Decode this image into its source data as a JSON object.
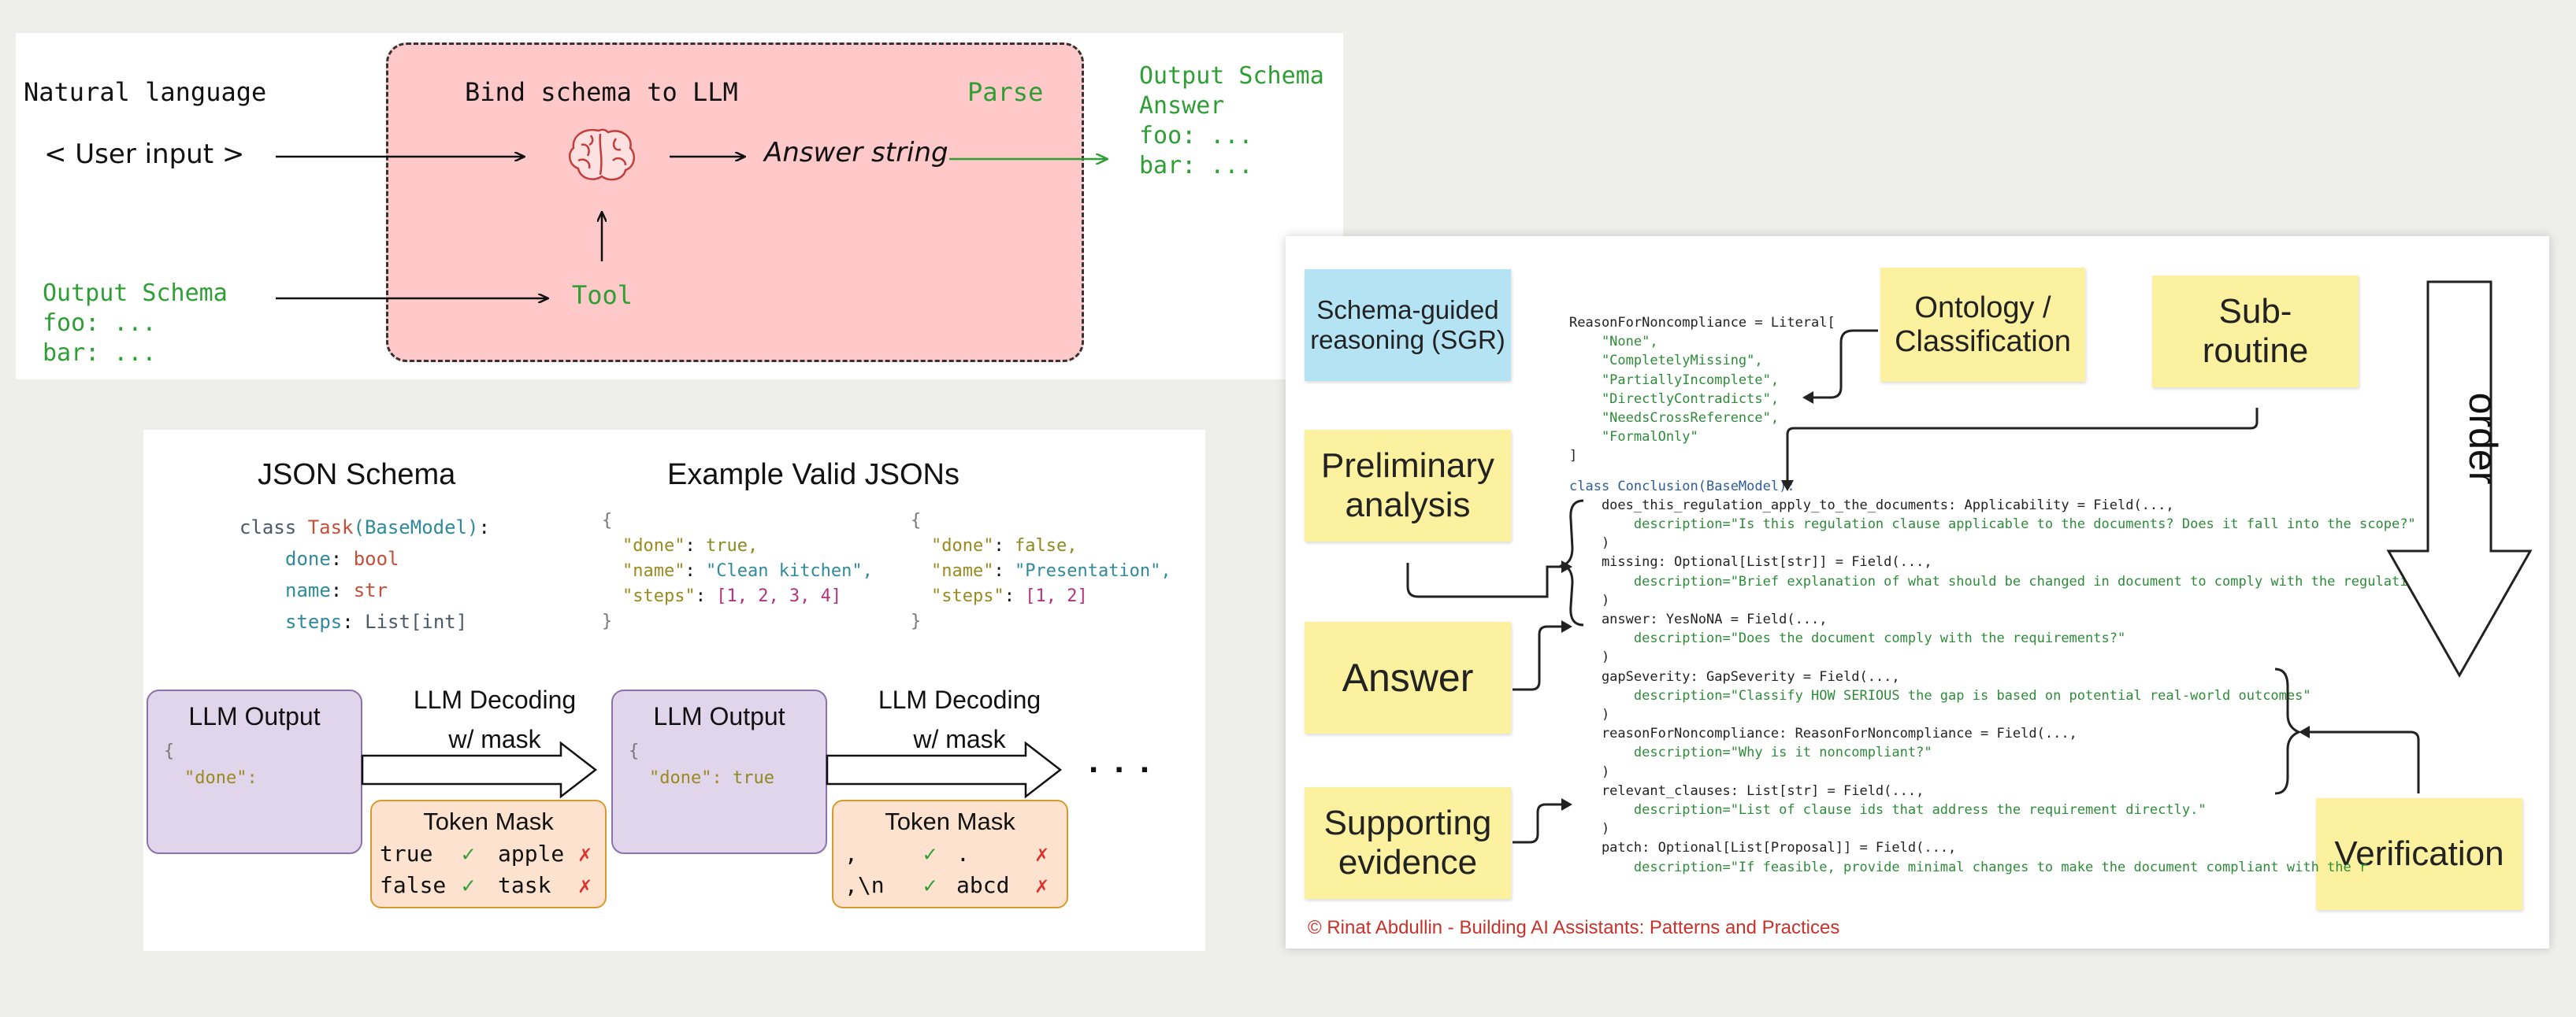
{
  "top": {
    "natural_language": "Natural language",
    "user_input": "< User input >",
    "bind_schema": "Bind schema to LLM",
    "parse": "Parse",
    "answer_string": "Answer string",
    "tool": "Tool",
    "output_schema_left": {
      "title": "Output Schema",
      "line1": "foo:  ...",
      "line2": "bar:  ..."
    },
    "output_schema_right": {
      "title": "Output Schema",
      "line1": "Answer",
      "line2": "foo:  ...",
      "line3": "bar:  ..."
    }
  },
  "middle": {
    "json_schema_title": "JSON Schema",
    "examples_title": "Example Valid JSONs",
    "schema_code": {
      "kw_class": "class",
      "class_name": "Task",
      "base": "(BaseModel)",
      "colon": ":",
      "fields": [
        {
          "name": "done",
          "type": "bool"
        },
        {
          "name": "name",
          "type": "str"
        },
        {
          "name": "steps",
          "type": "List[int]"
        }
      ]
    },
    "example1": {
      "open": "{",
      "close": "}",
      "done_key": "\"done\"",
      "done_val": "true,",
      "name_key": "\"name\"",
      "name_val": "\"Clean kitchen\",",
      "steps_key": "\"steps\"",
      "steps_val": "[1, 2, 3, 4]"
    },
    "example2": {
      "open": "{",
      "close": "}",
      "done_key": "\"done\"",
      "done_val": "false,",
      "name_key": "\"name\"",
      "name_val": "\"Presentation\",",
      "steps_key": "\"steps\"",
      "steps_val": "[1, 2]"
    },
    "llm_output_label": "LLM Output",
    "llm_output1": {
      "open": "{",
      "key": "\"done\":",
      "val": ""
    },
    "llm_output2": {
      "open": "{",
      "key": "\"done\":",
      "val": "true"
    },
    "decoding_line1": "LLM Decoding",
    "decoding_line2": "w/ mask",
    "ellipsis": ". . .",
    "token_mask_label": "Token Mask",
    "mask1": [
      {
        "a": "true",
        "a_mark": "✓",
        "b": "apple",
        "b_mark": "✗"
      },
      {
        "a": "false",
        "a_mark": "✓",
        "b": "task",
        "b_mark": "✗"
      }
    ],
    "mask2": [
      {
        "a": ",",
        "a_mark": "✓",
        "b": ".",
        "b_mark": "✗"
      },
      {
        "a": ",\\n",
        "a_mark": "✓",
        "b": "abcd",
        "b_mark": "✗"
      }
    ]
  },
  "sgr": {
    "notes": {
      "sgr": "Schema-guided\nreasoning (SGR)",
      "preliminary": "Preliminary\nanalysis",
      "answer": "Answer",
      "supporting": "Supporting\nevidence",
      "ontology": "Ontology /\nClassification",
      "subroutine": "Sub-\nroutine",
      "verification": "Verification",
      "order": "order"
    },
    "code": [
      "ReasonForNoncompliance = Literal[",
      "    \"None\",",
      "    \"CompletelyMissing\",",
      "    \"PartiallyIncomplete\",",
      "    \"DirectlyContradicts\",",
      "    \"NeedsCrossReference\",",
      "    \"FormalOnly\"",
      "]",
      "class Conclusion(BaseModel):",
      "    does_this_regulation_apply_to_the_documents: Applicability = Field(...,",
      "        description=\"Is this regulation clause applicable to the documents? Does it fall into the scope?\"",
      "    )",
      "    missing: Optional[List[str]] = Field(...,",
      "        description=\"Brief explanation of what should be changed in document to comply with the regulation\"",
      "    )",
      "    answer: YesNoNA = Field(...,",
      "        description=\"Does the document comply with the requirements?\"",
      "    )",
      "    gapSeverity: GapSeverity = Field(...,",
      "        description=\"Classify HOW SERIOUS the gap is based on potential real-world outcomes\"",
      "    )",
      "    reasonForNoncompliance: ReasonForNoncompliance = Field(...,",
      "        description=\"Why is it noncompliant?\"",
      "    )",
      "    relevant_clauses: List[str] = Field(...,",
      "        description=\"List of clause ids that address the requirement directly.\"",
      "    )",
      "    patch: Optional[List[Proposal]] = Field(...,",
      "        description=\"If feasible, provide minimal changes to make the document compliant with the r"
    ],
    "copyright": "© Rinat Abdullin - Building AI Assistants: Patterns and Practices"
  }
}
